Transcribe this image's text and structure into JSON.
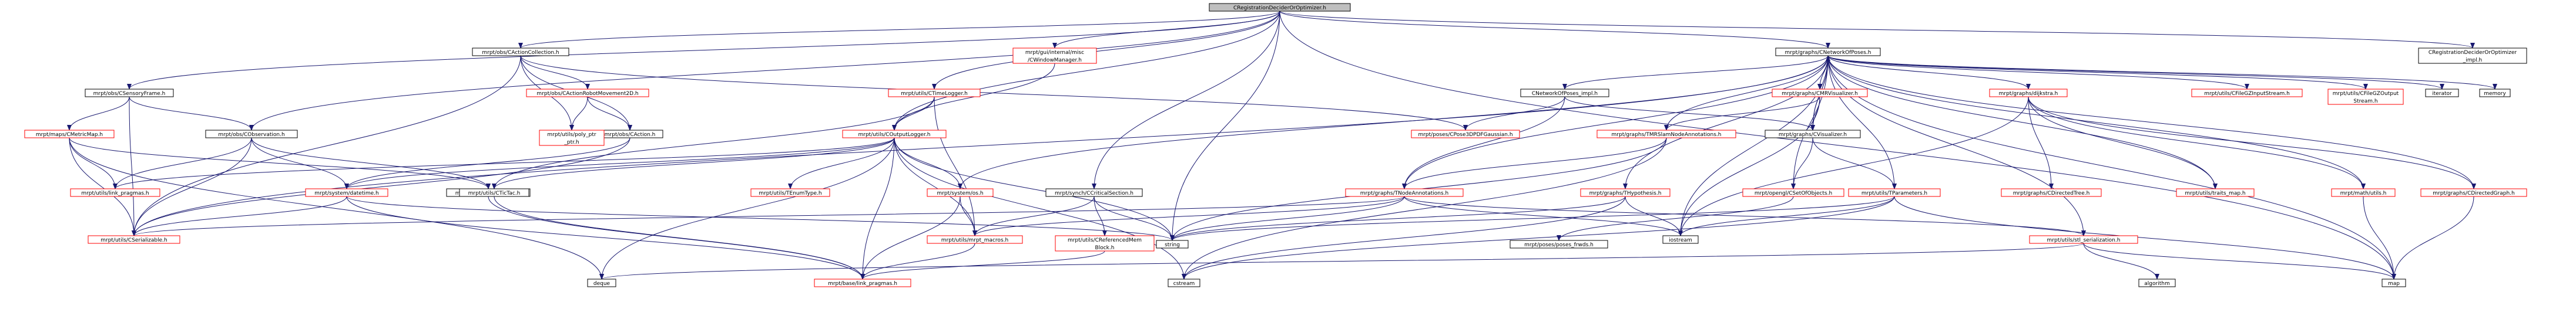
{
  "colors": {
    "link_edge": "#191970",
    "missing_edge": "#ff0000",
    "link_box": "#000000",
    "missing_box": "#ff0000",
    "root_fill": "#bfbfbf",
    "text": "#000000"
  },
  "nodes": [
    {
      "id": "root",
      "label": "CRegistrationDeciderOrOptimizer.h",
      "kind": "root"
    },
    {
      "id": "CActionCollection",
      "label": "mrpt/obs/CActionCollection.h",
      "kind": "link"
    },
    {
      "id": "WindowManager",
      "label": [
        "mrpt/gui/internal/misc",
        "/CWindowManager.h"
      ],
      "kind": "missing"
    },
    {
      "id": "CNetworkOfPoses",
      "label": "mrpt/graphs/CNetworkOfPoses.h",
      "kind": "link"
    },
    {
      "id": "CRODImpl",
      "label": [
        "CRegistrationDeciderOrOptimizer",
        "_impl.h"
      ],
      "kind": "link"
    },
    {
      "id": "CSensoryFrame",
      "label": "mrpt/obs/CSensoryFrame.h",
      "kind": "link"
    },
    {
      "id": "CActionRobotMovement2D",
      "label": "mrpt/obs/CActionRobotMovement2D.h",
      "kind": "missing"
    },
    {
      "id": "CTimeLogger",
      "label": "mrpt/utils/CTimeLogger.h",
      "kind": "missing"
    },
    {
      "id": "CNetworkOfPosesImpl",
      "label": "CNetworkOfPoses_impl.h",
      "kind": "link"
    },
    {
      "id": "CMRVisualizer",
      "label": "mrpt/graphs/CMRVisualizer.h",
      "kind": "missing"
    },
    {
      "id": "dijkstra",
      "label": "mrpt/graphs/dijkstra.h",
      "kind": "missing"
    },
    {
      "id": "CFileGZInputStream",
      "label": "mrpt/utils/CFileGZInputStream.h",
      "kind": "missing"
    },
    {
      "id": "CFileGZOutputStream",
      "label": [
        "mrpt/utils/CFileGZOutput",
        "Stream.h"
      ],
      "kind": "missing"
    },
    {
      "id": "iterator",
      "label": "iterator",
      "kind": "link"
    },
    {
      "id": "memory",
      "label": "memory",
      "kind": "link"
    },
    {
      "id": "CMetricMap",
      "label": "mrpt/maps/CMetricMap.h",
      "kind": "missing"
    },
    {
      "id": "CObservation",
      "label": "mrpt/obs/CObservation.h",
      "kind": "link"
    },
    {
      "id": "CAction",
      "label": "mrpt/obs/CAction.h",
      "kind": "link"
    },
    {
      "id": "polyPtr",
      "label": [
        "mrpt/utils/poly_ptr",
        "_ptr.h"
      ],
      "kind": "missing"
    },
    {
      "id": "COutputLogger",
      "label": "mrpt/utils/COutputLogger.h",
      "kind": "missing"
    },
    {
      "id": "CPosePDFGaussian",
      "label": "mrpt/poses/CPose3DPDFGaussian.h",
      "kind": "missing"
    },
    {
      "id": "TMRSlamNodeAnnotations",
      "label": "mrpt/graphs/TMRSlamNodeAnnotations.h",
      "kind": "missing"
    },
    {
      "id": "CVisualizer",
      "label": "mrpt/graphs/CVisualizer.h",
      "kind": "link"
    },
    {
      "id": "linkPragmas",
      "label": "mrpt/utils/link_pragmas.h",
      "kind": "missing"
    },
    {
      "id": "mathFwds",
      "label": "mrpt/math/math_frwds.h",
      "kind": "link"
    },
    {
      "id": "datetime",
      "label": "mrpt/system/datetime.h",
      "kind": "missing"
    },
    {
      "id": "CTicTac",
      "label": "mrpt/utils/CTicTac.h",
      "kind": "link"
    },
    {
      "id": "TEnumType",
      "label": "mrpt/utils/TEnumType.h",
      "kind": "missing"
    },
    {
      "id": "systemOs",
      "label": "mrpt/system/os.h",
      "kind": "missing"
    },
    {
      "id": "CCriticalSection",
      "label": "mrpt/synch/CCriticalSection.h",
      "kind": "link"
    },
    {
      "id": "TNodeAnnotations",
      "label": "mrpt/graphs/TNodeAnnotations.h",
      "kind": "missing"
    },
    {
      "id": "THypothesis",
      "label": "mrpt/graphs/THypothesis.h",
      "kind": "missing"
    },
    {
      "id": "CSetOfObjects",
      "label": "mrpt/opengl/CSetOfObjects.h",
      "kind": "missing"
    },
    {
      "id": "TParameters",
      "label": "mrpt/utils/TParameters.h",
      "kind": "missing"
    },
    {
      "id": "CDirectedTree",
      "label": "mrpt/graphs/CDirectedTree.h",
      "kind": "missing"
    },
    {
      "id": "traitsMap",
      "label": "mrpt/utils/traits_map.h",
      "kind": "missing"
    },
    {
      "id": "mathUtils",
      "label": "mrpt/math/utils.h",
      "kind": "missing"
    },
    {
      "id": "CDirectedGraph",
      "label": "mrpt/graphs/CDirectedGraph.h",
      "kind": "missing"
    },
    {
      "id": "CSerializable",
      "label": "mrpt/utils/CSerializable.h",
      "kind": "missing"
    },
    {
      "id": "mrptMacros",
      "label": "mrpt/utils/mrpt_macros.h",
      "kind": "missing"
    },
    {
      "id": "CReferencedMemBlock",
      "label": [
        "mrpt/utils/CReferencedMem",
        "Block.h"
      ],
      "kind": "missing"
    },
    {
      "id": "string",
      "label": "string",
      "kind": "link"
    },
    {
      "id": "posesFwds",
      "label": "mrpt/poses/poses_frwds.h",
      "kind": "link"
    },
    {
      "id": "iostream",
      "label": "iostream",
      "kind": "link"
    },
    {
      "id": "stlSerialization",
      "label": "mrpt/utils/stl_serialization.h",
      "kind": "missing"
    },
    {
      "id": "deque",
      "label": "deque",
      "kind": "link"
    },
    {
      "id": "basePragmas",
      "label": "mrpt/base/link_pragmas.h",
      "kind": "missing"
    },
    {
      "id": "algorithm",
      "label": "algorithm",
      "kind": "link"
    },
    {
      "id": "map",
      "label": "map",
      "kind": "link"
    },
    {
      "id": "cstream",
      "label": "cstream",
      "kind": "link"
    }
  ],
  "edges": [
    [
      "root",
      "CActionCollection"
    ],
    [
      "root",
      "WindowManager"
    ],
    [
      "root",
      "CNetworkOfPoses"
    ],
    [
      "root",
      "CRODImpl"
    ],
    [
      "root",
      "CSensoryFrame"
    ],
    [
      "root",
      "CObservation"
    ],
    [
      "root",
      "CTimeLogger"
    ],
    [
      "root",
      "COutputLogger"
    ],
    [
      "root",
      "CCriticalSection"
    ],
    [
      "root",
      "string"
    ],
    [
      "root",
      "map"
    ],
    [
      "CActionCollection",
      "CActionRobotMovement2D"
    ],
    [
      "CActionCollection",
      "CAction"
    ],
    [
      "CActionCollection",
      "polyPtr"
    ],
    [
      "CActionCollection",
      "CPosePDFGaussian"
    ],
    [
      "CActionCollection",
      "CSerializable"
    ],
    [
      "WindowManager",
      "COutputLogger"
    ],
    [
      "CActionRobotMovement2D",
      "CAction"
    ],
    [
      "CActionRobotMovement2D",
      "polyPtr"
    ],
    [
      "CAction",
      "CSerializable"
    ],
    [
      "CAction",
      "datetime"
    ],
    [
      "CSensoryFrame",
      "CMetricMap"
    ],
    [
      "CSensoryFrame",
      "CObservation"
    ],
    [
      "CSensoryFrame",
      "CSerializable"
    ],
    [
      "CMetricMap",
      "linkPragmas"
    ],
    [
      "CMetricMap",
      "CSerializable"
    ],
    [
      "CMetricMap",
      "deque"
    ],
    [
      "CMetricMap",
      "mathFwds"
    ],
    [
      "CObservation",
      "linkPragmas"
    ],
    [
      "CObservation",
      "CSerializable"
    ],
    [
      "CObservation",
      "datetime"
    ],
    [
      "CObservation",
      "mathFwds"
    ],
    [
      "CTimeLogger",
      "COutputLogger"
    ],
    [
      "CTimeLogger",
      "CTicTac"
    ],
    [
      "CTimeLogger",
      "mrptMacros"
    ],
    [
      "COutputLogger",
      "linkPragmas"
    ],
    [
      "COutputLogger",
      "datetime"
    ],
    [
      "COutputLogger",
      "CTicTac"
    ],
    [
      "COutputLogger",
      "TEnumType"
    ],
    [
      "COutputLogger",
      "systemOs"
    ],
    [
      "COutputLogger",
      "mrptMacros"
    ],
    [
      "COutputLogger",
      "string"
    ],
    [
      "COutputLogger",
      "deque"
    ],
    [
      "COutputLogger",
      "basePragmas"
    ],
    [
      "COutputLogger",
      "cstream"
    ],
    [
      "datetime",
      "CSerializable"
    ],
    [
      "datetime",
      "string"
    ],
    [
      "datetime",
      "basePragmas"
    ],
    [
      "CTicTac",
      "basePragmas"
    ],
    [
      "systemOs",
      "mrptMacros"
    ],
    [
      "systemOs",
      "basePragmas"
    ],
    [
      "mathFwds",
      "basePragmas"
    ],
    [
      "mrptMacros",
      "basePragmas"
    ],
    [
      "CReferencedMemBlock",
      "basePragmas"
    ],
    [
      "CCriticalSection",
      "CReferencedMemBlock"
    ],
    [
      "CCriticalSection",
      "mrptMacros"
    ],
    [
      "CCriticalSection",
      "string"
    ],
    [
      "CNetworkOfPoses",
      "CNetworkOfPosesImpl"
    ],
    [
      "CNetworkOfPoses",
      "CMRVisualizer"
    ],
    [
      "CNetworkOfPoses",
      "dijkstra"
    ],
    [
      "CNetworkOfPoses",
      "CFileGZInputStream"
    ],
    [
      "CNetworkOfPoses",
      "CFileGZOutputStream"
    ],
    [
      "CNetworkOfPoses",
      "iterator"
    ],
    [
      "CNetworkOfPoses",
      "memory"
    ],
    [
      "CNetworkOfPoses",
      "TMRSlamNodeAnnotations"
    ],
    [
      "CNetworkOfPoses",
      "CVisualizer"
    ],
    [
      "CNetworkOfPoses",
      "TNodeAnnotations"
    ],
    [
      "CNetworkOfPoses",
      "THypothesis"
    ],
    [
      "CNetworkOfPoses",
      "CSetOfObjects"
    ],
    [
      "CNetworkOfPoses",
      "TParameters"
    ],
    [
      "CNetworkOfPoses",
      "traitsMap"
    ],
    [
      "CNetworkOfPoses",
      "mathUtils"
    ],
    [
      "CNetworkOfPoses",
      "CDirectedGraph"
    ],
    [
      "CNetworkOfPoses",
      "stlSerialization"
    ],
    [
      "CNetworkOfPoses",
      "iostream"
    ],
    [
      "CNetworkOfPoses",
      "systemOs"
    ],
    [
      "CNetworkOfPoses",
      "CSerializable"
    ],
    [
      "CNetworkOfPoses",
      "map"
    ],
    [
      "CNetworkOfPosesImpl",
      "CPosePDFGaussian"
    ],
    [
      "CNetworkOfPosesImpl",
      "TNodeAnnotations"
    ],
    [
      "CNetworkOfPosesImpl",
      "CVisualizer"
    ],
    [
      "CMRVisualizer",
      "CVisualizer"
    ],
    [
      "CMRVisualizer",
      "TMRSlamNodeAnnotations"
    ],
    [
      "CMRVisualizer",
      "iostream"
    ],
    [
      "CVisualizer",
      "CNetworkOfPoses"
    ],
    [
      "CVisualizer",
      "CSetOfObjects"
    ],
    [
      "CVisualizer",
      "TParameters"
    ],
    [
      "TMRSlamNodeAnnotations",
      "TNodeAnnotations"
    ],
    [
      "TMRSlamNodeAnnotations",
      "string"
    ],
    [
      "TMRSlamNodeAnnotations",
      "cstream"
    ],
    [
      "TNodeAnnotations",
      "mrptMacros"
    ],
    [
      "TNodeAnnotations",
      "string"
    ],
    [
      "TNodeAnnotations",
      "iostream"
    ],
    [
      "TNodeAnnotations",
      "stlSerialization"
    ],
    [
      "TNodeAnnotations",
      "CSerializable"
    ],
    [
      "THypothesis",
      "string"
    ],
    [
      "THypothesis",
      "iostream"
    ],
    [
      "THypothesis",
      "cstream"
    ],
    [
      "CSetOfObjects",
      "posesFwds"
    ],
    [
      "TParameters",
      "string"
    ],
    [
      "TParameters",
      "iostream"
    ],
    [
      "TParameters",
      "map"
    ],
    [
      "TParameters",
      "cstream"
    ],
    [
      "dijkstra",
      "CDirectedTree"
    ],
    [
      "dijkstra",
      "traitsMap"
    ],
    [
      "dijkstra",
      "mathUtils"
    ],
    [
      "dijkstra",
      "CDirectedGraph"
    ],
    [
      "dijkstra",
      "iostream"
    ],
    [
      "mathUtils",
      "map"
    ],
    [
      "CDirectedGraph",
      "map"
    ],
    [
      "stlSerialization",
      "deque"
    ],
    [
      "stlSerialization",
      "algorithm"
    ],
    [
      "stlSerialization",
      "map"
    ]
  ]
}
